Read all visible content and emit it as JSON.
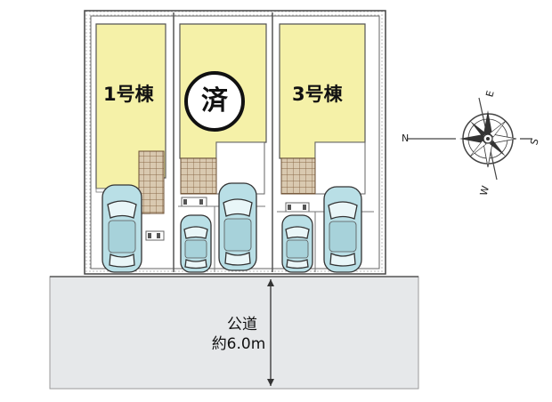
{
  "lots": [
    {
      "label": "1号棟"
    },
    {
      "label": "",
      "status": "済"
    },
    {
      "label": "3号棟"
    }
  ],
  "road": {
    "name": "公道",
    "width": "約6.0m"
  },
  "compass": {
    "n": "N",
    "e": "E",
    "s": "S",
    "w": "W"
  },
  "colors": {
    "building": "#f5f1a8",
    "car": "#b9dfe6",
    "road": "#e6e8ea",
    "background": "#ffffff"
  }
}
